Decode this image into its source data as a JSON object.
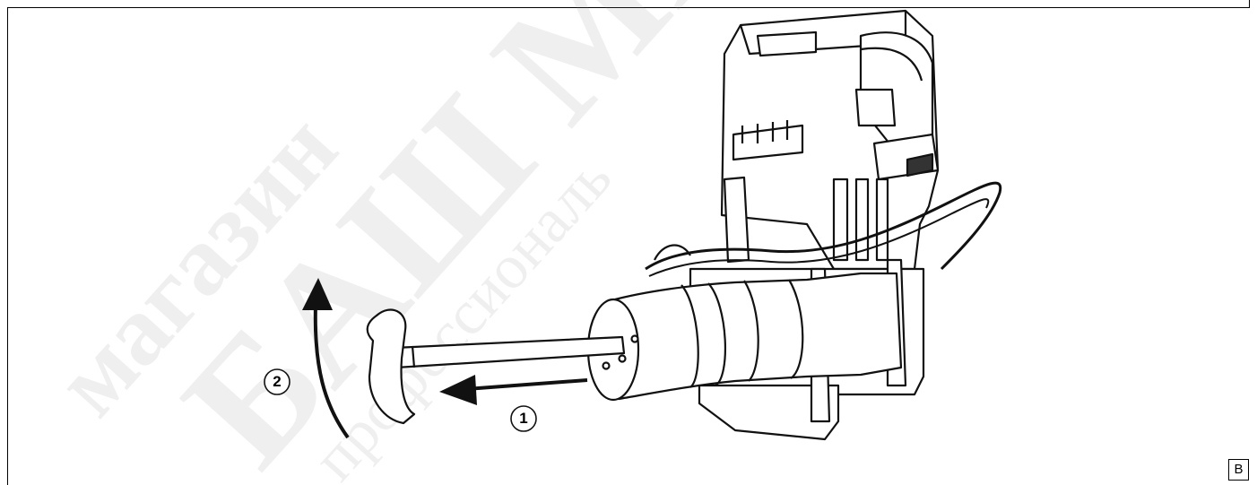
{
  "figure": {
    "panel_label": "B",
    "callouts": [
      {
        "label": "1",
        "meaning": "pull out"
      },
      {
        "label": "2",
        "meaning": "rotate"
      }
    ],
    "watermark_text": [
      "магазин",
      "БАШ МА",
      "профессиональ"
    ]
  }
}
